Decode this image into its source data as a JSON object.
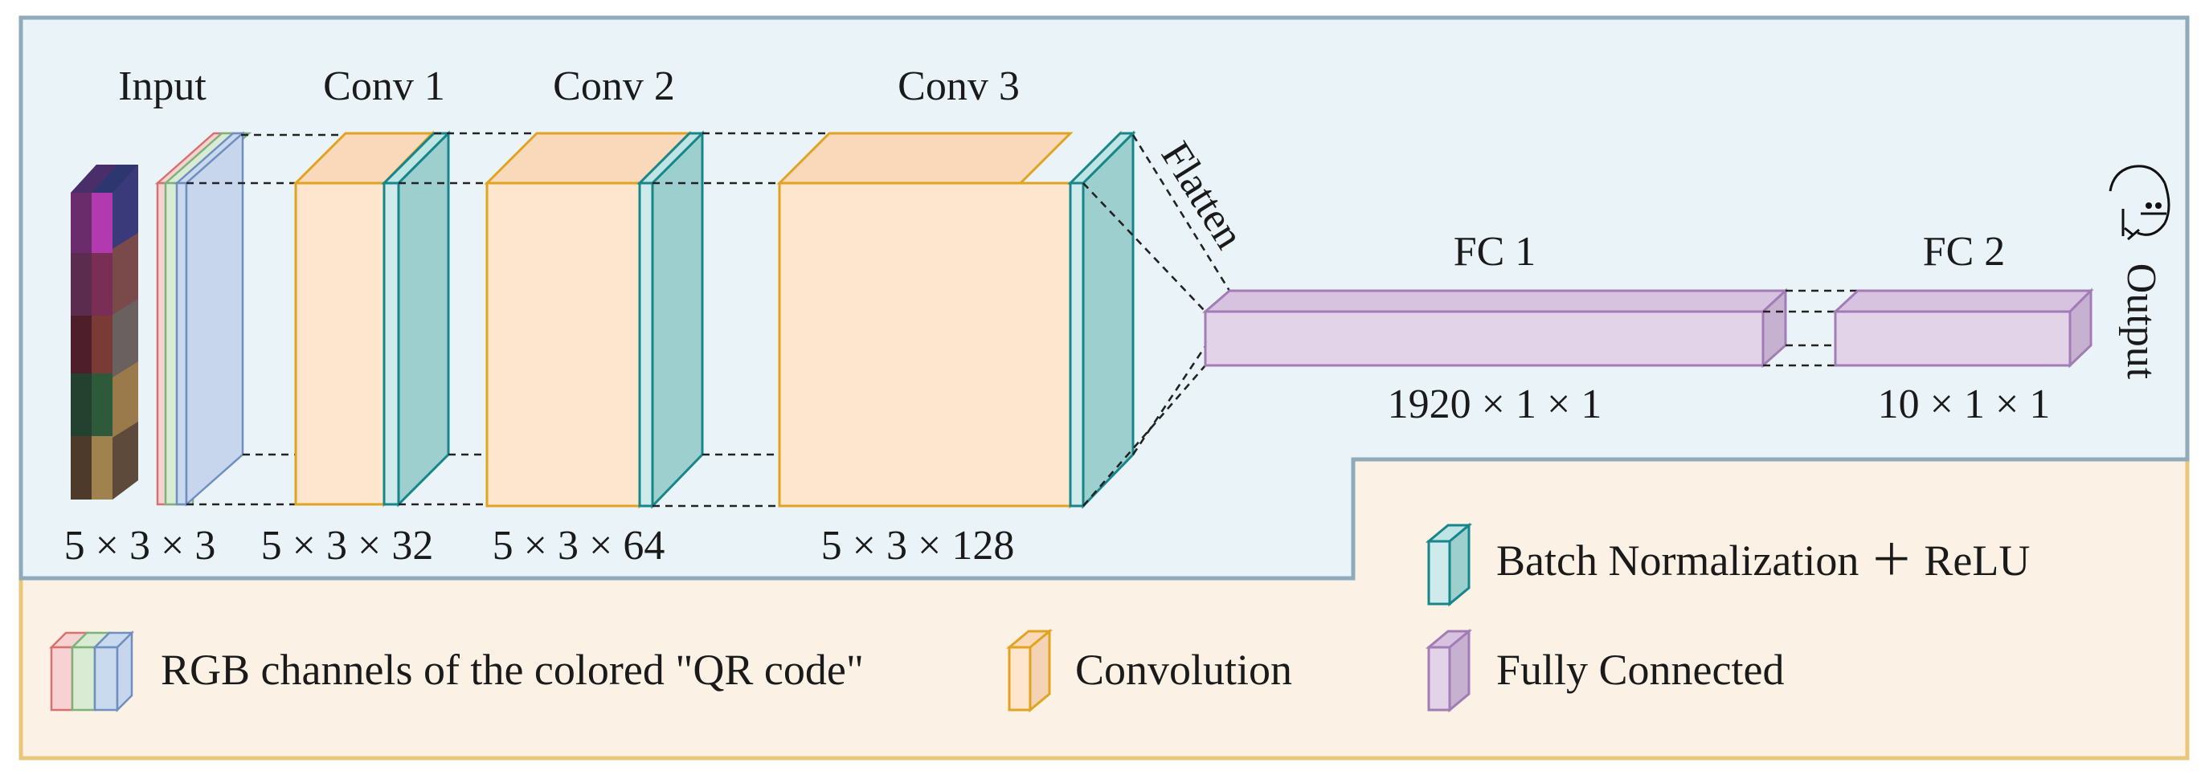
{
  "layers": {
    "input": {
      "title": "Input",
      "dims": "5 × 3 × 3"
    },
    "conv1": {
      "title": "Conv 1",
      "dims": "5 × 3 × 32"
    },
    "conv2": {
      "title": "Conv 2",
      "dims": "5 × 3 × 64"
    },
    "conv3": {
      "title": "Conv 3",
      "dims": "5 × 3 × 128"
    },
    "flatten": {
      "title": "Flatten"
    },
    "fc1": {
      "title": "FC 1",
      "dims": "1920 × 1 × 1"
    },
    "fc2": {
      "title": "FC 2",
      "dims": "10 × 1 × 1"
    },
    "output": {
      "title": "Output"
    }
  },
  "legend": {
    "bn": "Batch Normalization ＋ ReLU",
    "rgb": "RGB channels of the colored \"QR code\"",
    "conv": "Convolution",
    "fc": "Fully Connected"
  },
  "colors": {
    "panel_top_fill": "#EAF4F8",
    "panel_top_stroke": "#8FAABA",
    "panel_bottom_fill": "#FBF1E5",
    "panel_bottom_stroke": "#E8C77A",
    "conv_fill": "#FDE5CE",
    "conv_stroke": "#E0A422",
    "bn_fill": "#9ECFCF",
    "bn_stroke": "#16868A",
    "fc_fill": "#E2D3E8",
    "fc_stroke": "#A27CB4",
    "rgb_red": "#F7D2D2",
    "rgb_green": "#D9EBD3",
    "rgb_blue": "#C9D9EE"
  },
  "icons": [
    "qr-input-grid-icon",
    "smiley-emoticon-icon"
  ]
}
